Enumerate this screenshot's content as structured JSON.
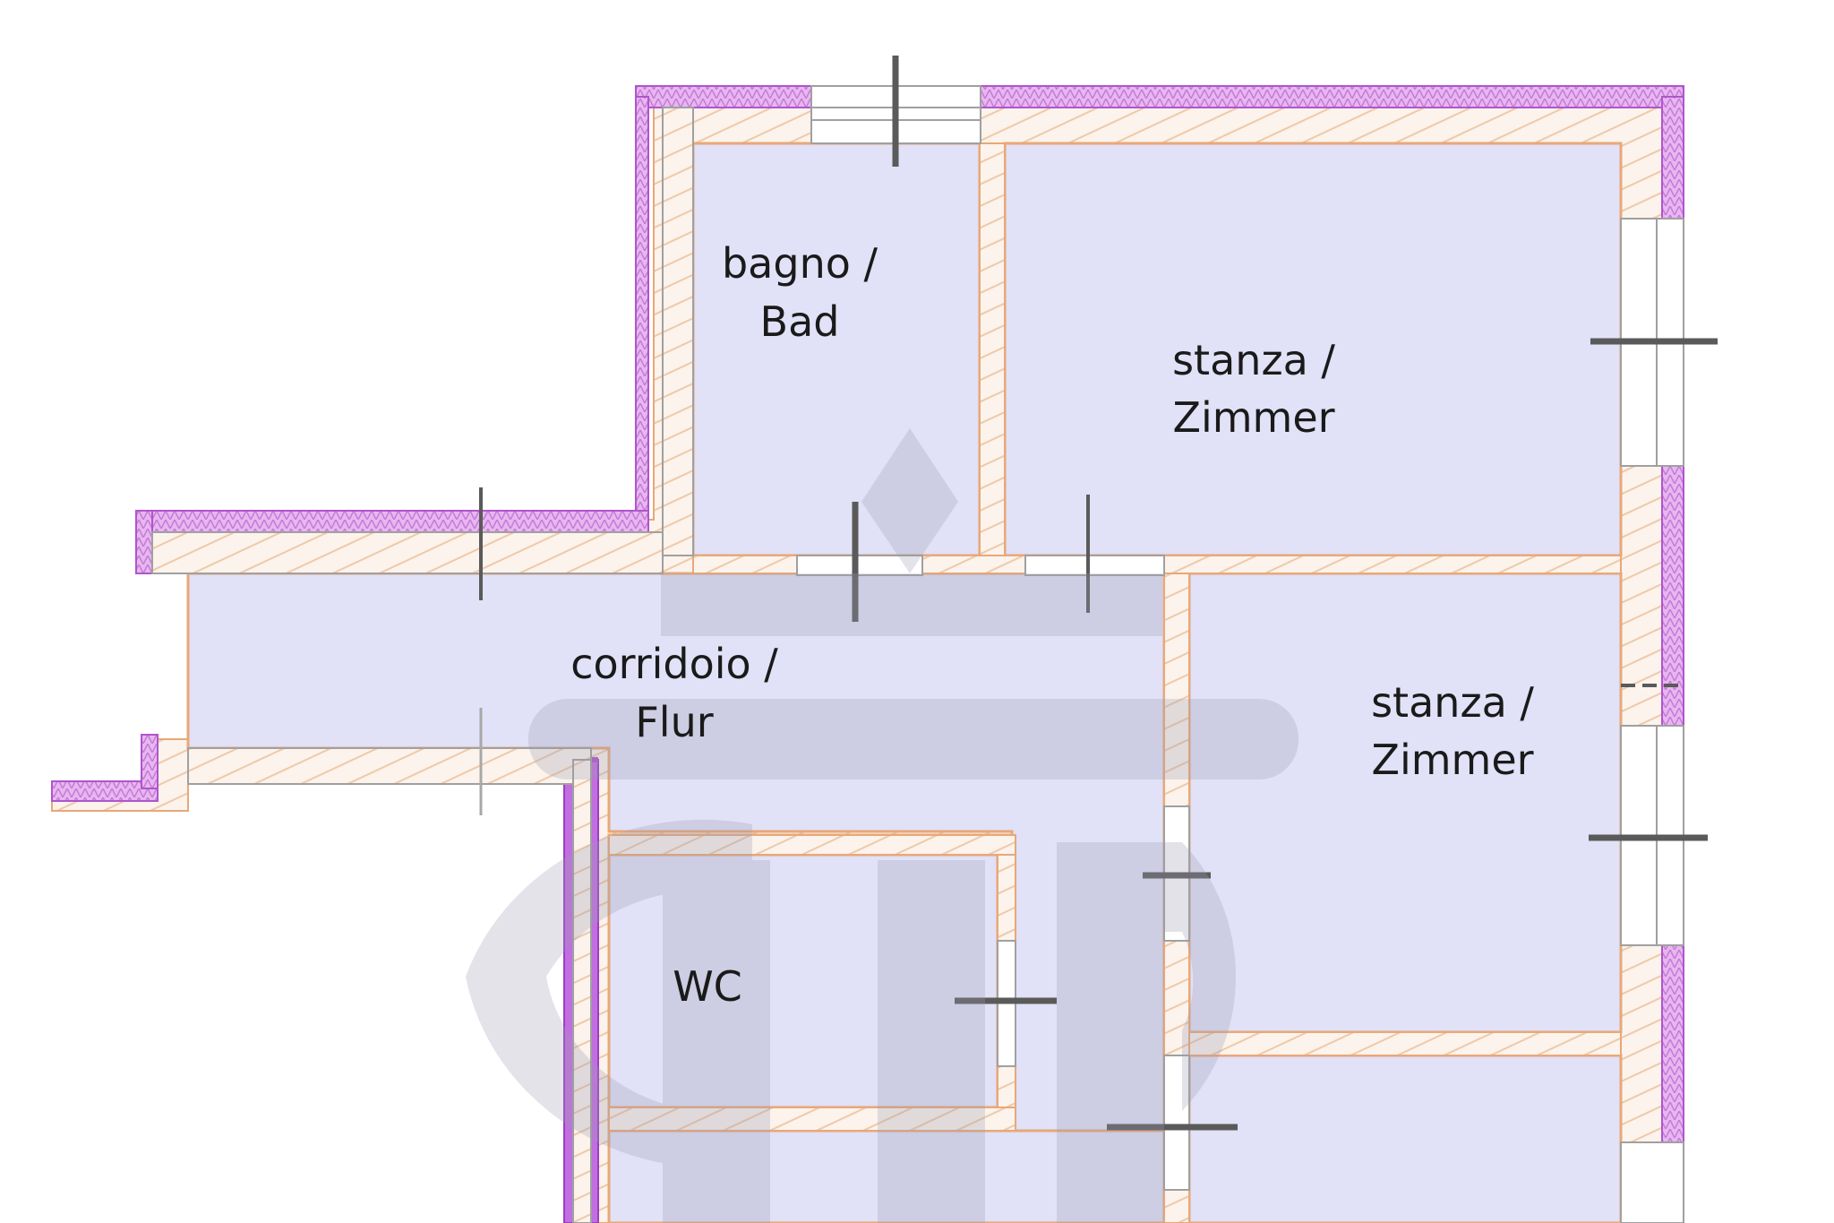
{
  "floorplan": {
    "rooms": [
      {
        "id": "bagno",
        "line1": "bagno /",
        "line2": "Bad"
      },
      {
        "id": "stanza-1",
        "line1": "stanza /",
        "line2": "Zimmer"
      },
      {
        "id": "corridoio",
        "line1": "corridoio /",
        "line2": "Flur"
      },
      {
        "id": "stanza-2",
        "line1": "stanza /",
        "line2": "Zimmer"
      },
      {
        "id": "wc",
        "line1": "WC",
        "line2": ""
      }
    ],
    "colors": {
      "room_fill": "#e1e1f7",
      "wall_fill": "#fbf3ec",
      "wall_edge": "#e8a878",
      "insulation": "#d28ee6",
      "insulation_border": "#b055cc",
      "watermark": "#9a9ab0",
      "door_stroke": "#5a5a5a"
    },
    "watermark_logo": "mp-logo-watermark"
  }
}
